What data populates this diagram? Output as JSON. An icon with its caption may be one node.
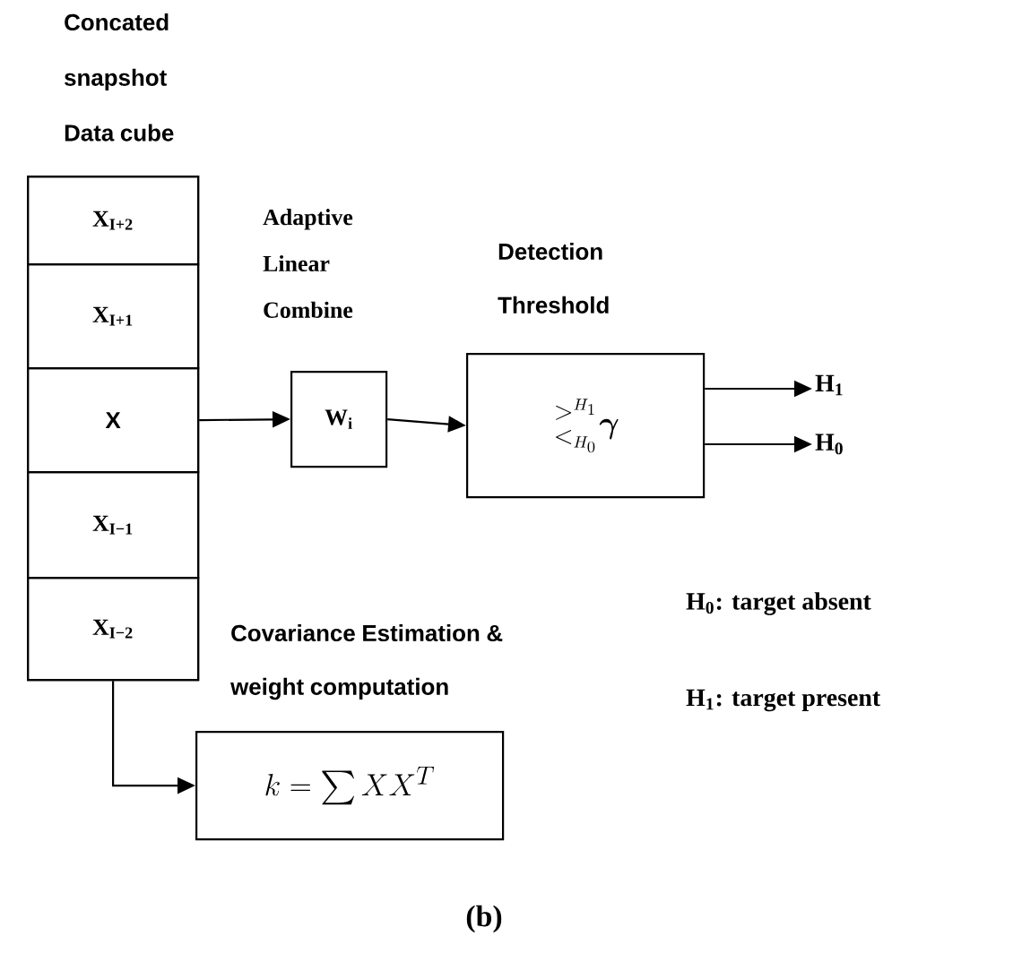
{
  "diagram": {
    "caption": "(b)",
    "nodes": [
      {
        "text": [
          "Concated snapshot Data cube"
        ]
      },
      {
        "text": [
          "X$_{I+2}$"
        ],
        "in": 0
      },
      {
        "text": [
          "X$_{I+1}$"
        ],
        "in": 0
      },
      {
        "text": [
          "X"
        ],
        "in": 0
      },
      {
        "text": [
          "X$_{I−1}$"
        ],
        "in": 0
      },
      {
        "text": [
          "X$_{I−2}$"
        ],
        "in": 0
      },
      {
        "text": [
          "Adaptive Linear Combine",
          "W$_{i}$"
        ]
      },
      {
        "text": [
          "Detection Threshold",
          "\\genfrac{}{}{0pt}{}{>^{H_1}}{<_{H_0}}\\boldsymbol{\\gamma}"
        ]
      },
      {
        "text": [
          "H$_{1}$"
        ]
      },
      {
        "text": [
          "H$_{0}$"
        ]
      },
      {
        "text": [
          "Covariance Estimation & weight computation",
          "k=\\sum XX^{T}"
        ]
      }
    ],
    "edges": [
      {
        "from": 3,
        "to": 6,
        "arrow": "to"
      },
      {
        "from": 6,
        "to": 7,
        "arrow": "to"
      },
      {
        "from": 7,
        "to": 8,
        "arrow": "to"
      },
      {
        "from": 7,
        "to": 9,
        "arrow": "to"
      },
      {
        "from": 5,
        "to": 10,
        "arrow": "to"
      }
    ],
    "labels": [
      "H$_{0}$: target absent",
      "H$_{1}$: target present"
    ]
  }
}
